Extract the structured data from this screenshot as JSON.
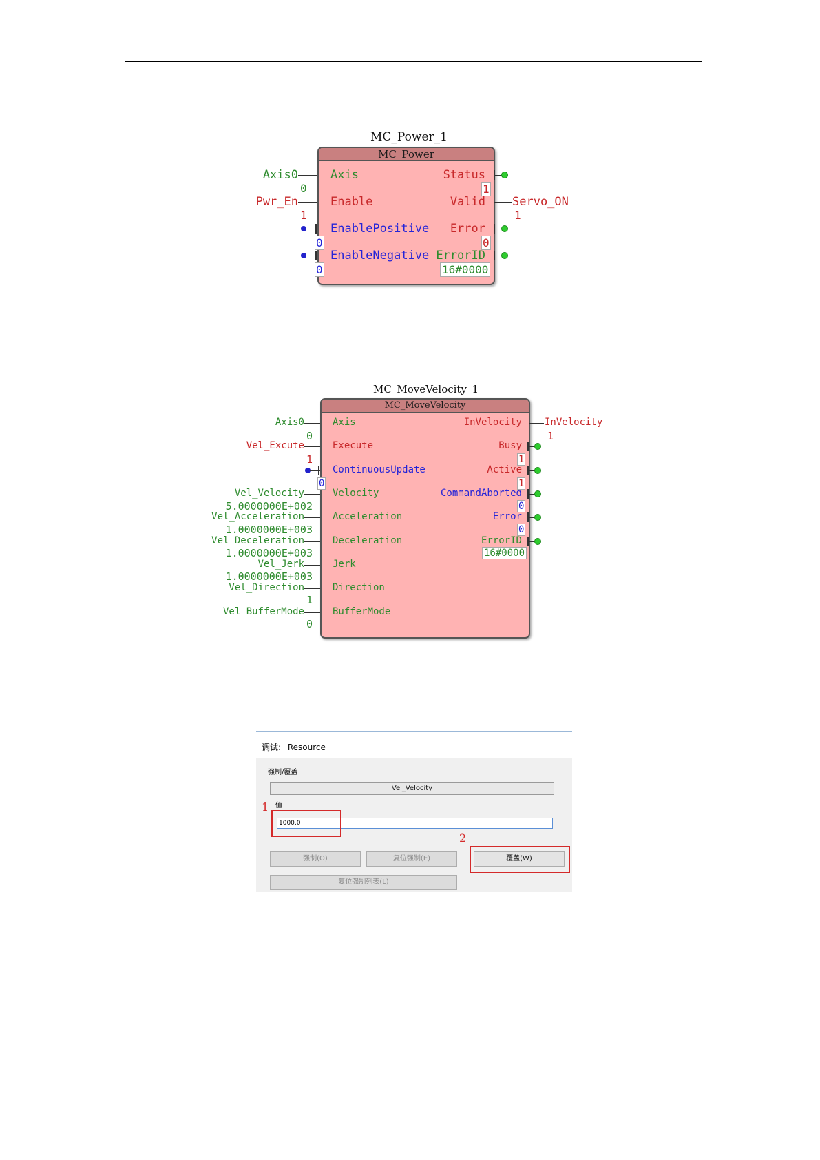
{
  "fb_power": {
    "instance": "MC_Power_1",
    "type": "MC_Power",
    "inputs": [
      {
        "var": "Axis0",
        "value": "0",
        "pin": "Axis"
      },
      {
        "var": "Pwr_En",
        "value": "1",
        "pin": "Enable"
      },
      {
        "var": "",
        "value": "0",
        "pin": "EnablePositive"
      },
      {
        "var": "",
        "value": "0",
        "pin": "EnableNegative"
      }
    ],
    "outputs": [
      {
        "pin": "Status",
        "value": "1",
        "var": ""
      },
      {
        "pin": "Valid",
        "value": "",
        "var": "Servo_ON",
        "var_value": "1"
      },
      {
        "pin": "Error",
        "value": "0",
        "var": ""
      },
      {
        "pin": "ErrorID",
        "value": "16#0000",
        "var": ""
      }
    ]
  },
  "fb_velocity": {
    "instance": "MC_MoveVelocity_1",
    "type": "MC_MoveVelocity",
    "inputs": [
      {
        "var": "Axis0",
        "value": "0",
        "pin": "Axis"
      },
      {
        "var": "Vel_Excute",
        "value": "1",
        "pin": "Execute"
      },
      {
        "var": "",
        "value": "0",
        "pin": "ContinuousUpdate"
      },
      {
        "var": "Vel_Velocity",
        "value": "5.0000000E+002",
        "pin": "Velocity"
      },
      {
        "var": "Vel_Acceleration",
        "value": "1.0000000E+003",
        "pin": "Acceleration"
      },
      {
        "var": "Vel_Deceleration",
        "value": "1.0000000E+003",
        "pin": "Deceleration"
      },
      {
        "var": "Vel_Jerk",
        "value": "1.0000000E+003",
        "pin": "Jerk"
      },
      {
        "var": "Vel_Direction",
        "value": "1",
        "pin": "Direction"
      },
      {
        "var": "Vel_BufferMode",
        "value": "0",
        "pin": "BufferMode"
      }
    ],
    "outputs": [
      {
        "pin": "InVelocity",
        "value": "",
        "var": "InVelocity",
        "var_value": "1"
      },
      {
        "pin": "Busy",
        "value": "1"
      },
      {
        "pin": "Active",
        "value": "1"
      },
      {
        "pin": "CommandAborted",
        "value": "0"
      },
      {
        "pin": "Error",
        "value": "0"
      },
      {
        "pin": "ErrorID",
        "value": "16#0000"
      }
    ]
  },
  "dialog": {
    "title_prefix": "调试:",
    "title": "Resource",
    "group_label": "强制/覆盖",
    "variable": "Vel_Velocity",
    "value_label": "值",
    "value_input": "1000.0",
    "force_button": "强制(O)",
    "reset_force_button": "复位强制(E)",
    "override_button": "覆盖(W)",
    "reset_force_list_button": "复位强制列表(L)",
    "marker_1": "1",
    "marker_2": "2"
  }
}
